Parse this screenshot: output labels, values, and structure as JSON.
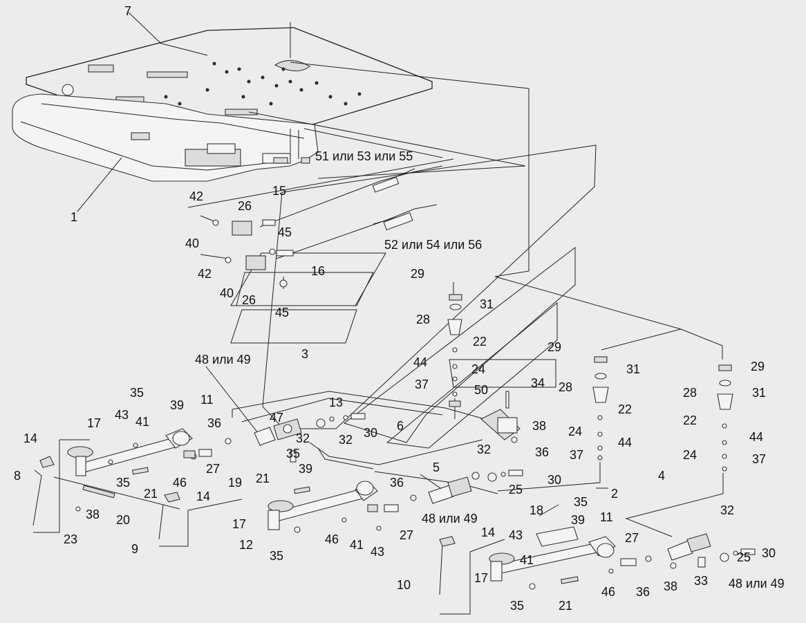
{
  "callouts": [
    {
      "id": "c7",
      "text": "7"
    },
    {
      "id": "c1",
      "text": "1"
    },
    {
      "id": "c51",
      "text": "51 или 53 или 55"
    },
    {
      "id": "c52",
      "text": "52 или 54 или 56"
    },
    {
      "id": "c15",
      "text": "15"
    },
    {
      "id": "c26a",
      "text": "26"
    },
    {
      "id": "c26b",
      "text": "26"
    },
    {
      "id": "c42a",
      "text": "42"
    },
    {
      "id": "c42b",
      "text": "42"
    },
    {
      "id": "c40a",
      "text": "40"
    },
    {
      "id": "c40b",
      "text": "40"
    },
    {
      "id": "c45a",
      "text": "45"
    },
    {
      "id": "c45b",
      "text": "45"
    },
    {
      "id": "c16",
      "text": "16"
    },
    {
      "id": "c29a",
      "text": "29"
    },
    {
      "id": "c31a",
      "text": "31"
    },
    {
      "id": "c28a",
      "text": "28"
    },
    {
      "id": "c22a",
      "text": "22"
    },
    {
      "id": "c44a",
      "text": "44"
    },
    {
      "id": "c24a",
      "text": "24"
    },
    {
      "id": "c37a",
      "text": "37"
    },
    {
      "id": "c34",
      "text": "34"
    },
    {
      "id": "c50",
      "text": "50"
    },
    {
      "id": "c38a",
      "text": "38"
    },
    {
      "id": "c36a",
      "text": "36"
    },
    {
      "id": "c29b",
      "text": "29"
    },
    {
      "id": "c31b",
      "text": "31"
    },
    {
      "id": "c28b",
      "text": "28"
    },
    {
      "id": "c22b",
      "text": "22"
    },
    {
      "id": "c24b",
      "text": "24"
    },
    {
      "id": "c44b",
      "text": "44"
    },
    {
      "id": "c37b",
      "text": "37"
    },
    {
      "id": "c29c",
      "text": "29"
    },
    {
      "id": "c31c",
      "text": "31"
    },
    {
      "id": "c28c",
      "text": "28"
    },
    {
      "id": "c22c",
      "text": "22"
    },
    {
      "id": "c44c",
      "text": "44"
    },
    {
      "id": "c24c",
      "text": "24"
    },
    {
      "id": "c37c",
      "text": "37"
    },
    {
      "id": "c4849a",
      "text": "48 или 49"
    },
    {
      "id": "c3",
      "text": "3"
    },
    {
      "id": "c13",
      "text": "13"
    },
    {
      "id": "c47",
      "text": "47"
    },
    {
      "id": "c32a",
      "text": "32"
    },
    {
      "id": "c32b",
      "text": "32"
    },
    {
      "id": "c30a",
      "text": "30"
    },
    {
      "id": "c6",
      "text": "6"
    },
    {
      "id": "c35a",
      "text": "35"
    },
    {
      "id": "c39a",
      "text": "39"
    },
    {
      "id": "c11a",
      "text": "11"
    },
    {
      "id": "c43a",
      "text": "43"
    },
    {
      "id": "c41a",
      "text": "41"
    },
    {
      "id": "c17a",
      "text": "17"
    },
    {
      "id": "c36b",
      "text": "36"
    },
    {
      "id": "c14a",
      "text": "14"
    },
    {
      "id": "c8",
      "text": "8"
    },
    {
      "id": "c35b",
      "text": "35"
    },
    {
      "id": "c21a",
      "text": "21"
    },
    {
      "id": "c46a",
      "text": "46"
    },
    {
      "id": "c27a",
      "text": "27"
    },
    {
      "id": "c19",
      "text": "19"
    },
    {
      "id": "c35c",
      "text": "35"
    },
    {
      "id": "c39b",
      "text": "39"
    },
    {
      "id": "c21b",
      "text": "21"
    },
    {
      "id": "c5",
      "text": "5"
    },
    {
      "id": "c32c",
      "text": "32"
    },
    {
      "id": "c25a",
      "text": "25"
    },
    {
      "id": "c30b",
      "text": "30"
    },
    {
      "id": "c2",
      "text": "2"
    },
    {
      "id": "c36c",
      "text": "36"
    },
    {
      "id": "c4849b",
      "text": "48 или 49"
    },
    {
      "id": "c38b",
      "text": "38"
    },
    {
      "id": "c20",
      "text": "20"
    },
    {
      "id": "c14b",
      "text": "14"
    },
    {
      "id": "c23",
      "text": "23"
    },
    {
      "id": "c9",
      "text": "9"
    },
    {
      "id": "c17b",
      "text": "17"
    },
    {
      "id": "c12",
      "text": "12"
    },
    {
      "id": "c35d",
      "text": "35"
    },
    {
      "id": "c46b",
      "text": "46"
    },
    {
      "id": "c41b",
      "text": "41"
    },
    {
      "id": "c43b",
      "text": "43"
    },
    {
      "id": "c27b",
      "text": "27"
    },
    {
      "id": "c4",
      "text": "4"
    },
    {
      "id": "c35e",
      "text": "35"
    },
    {
      "id": "c39c",
      "text": "39"
    },
    {
      "id": "c18",
      "text": "18"
    },
    {
      "id": "c11b",
      "text": "11"
    },
    {
      "id": "c43c",
      "text": "43"
    },
    {
      "id": "c41c",
      "text": "41"
    },
    {
      "id": "c27c",
      "text": "27"
    },
    {
      "id": "c32d",
      "text": "32"
    },
    {
      "id": "c25b",
      "text": "25"
    },
    {
      "id": "c30c",
      "text": "30"
    },
    {
      "id": "c14c",
      "text": "14"
    },
    {
      "id": "c10",
      "text": "10"
    },
    {
      "id": "c17c",
      "text": "17"
    },
    {
      "id": "c35f",
      "text": "35"
    },
    {
      "id": "c21c",
      "text": "21"
    },
    {
      "id": "c46c",
      "text": "46"
    },
    {
      "id": "c36d",
      "text": "36"
    },
    {
      "id": "c38c",
      "text": "38"
    },
    {
      "id": "c33",
      "text": "33"
    },
    {
      "id": "c4849c",
      "text": "48 или 49"
    }
  ]
}
